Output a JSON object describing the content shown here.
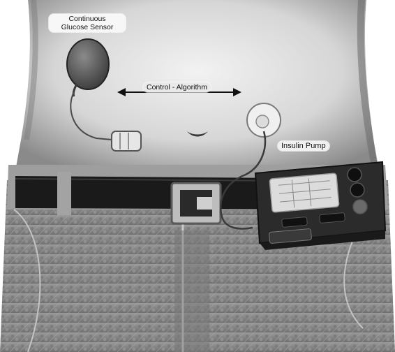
{
  "labels": {
    "sensor_line1": "Continuous",
    "sensor_line2": "Glucose Sensor",
    "algorithm": "Control - Algorithm",
    "pump": "Insulin Pump"
  },
  "colors": {
    "skin": "#d9d9d9",
    "belt": "#1a1a1a",
    "denim": "#8c8c8c",
    "pump_body": "#2b2b2b",
    "pump_screen": "#dcdcdc"
  }
}
